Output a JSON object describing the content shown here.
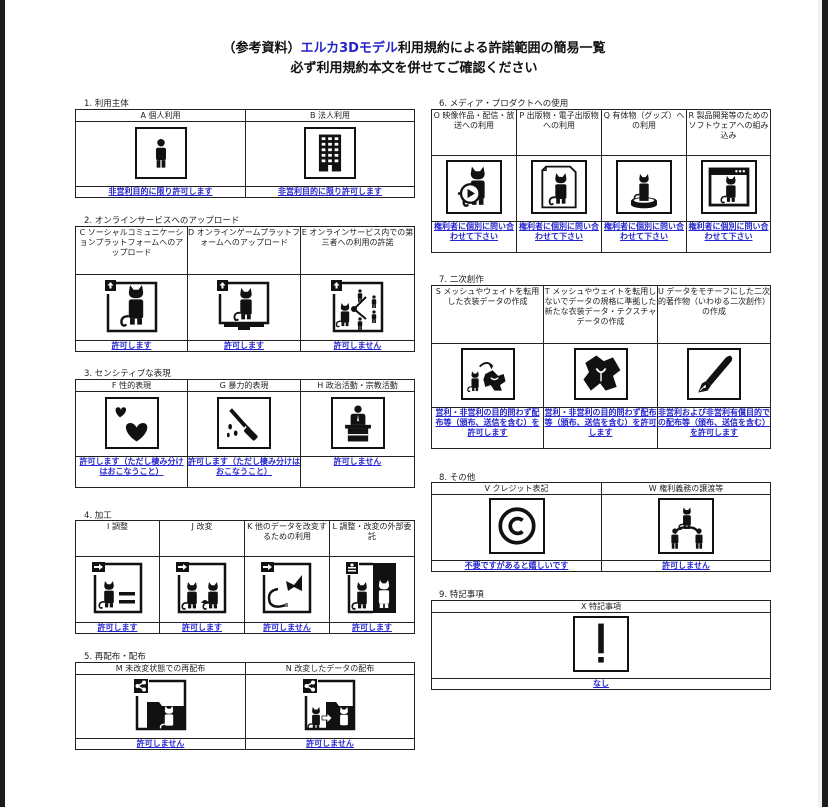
{
  "title": {
    "line1_prefix": "（参考資料）",
    "line1_accent": "エルカ3Dモデル",
    "line1_suffix": "利用規約による許諾範囲の簡易一覧",
    "line2": "必ず利用規約本文を併せてご確認ください"
  },
  "colors": {
    "accent": "#2525c8",
    "permission_text": "#2727d0",
    "border": "#222222"
  },
  "sections": {
    "s1": {
      "label": "1. 利用主体",
      "items": [
        {
          "head": "A 個人利用",
          "icon": "person-icon",
          "permission": "非営利目的に限り許可します"
        },
        {
          "head": "B 法人利用",
          "icon": "office-building-icon",
          "permission": "非営利目的に限り許可します"
        }
      ]
    },
    "s2": {
      "label": "2. オンラインサービスへのアップロード",
      "items": [
        {
          "head": "C ソーシャルコミュニケーションプラットフォームへのアップロード",
          "icon": "upload-sns-icon",
          "permission": "許可します"
        },
        {
          "head": "D オンラインゲームプラットフォームへのアップロード",
          "icon": "upload-game-icon",
          "permission": "許可します"
        },
        {
          "head": "E オンラインサービス内での第三者への利用の許諾",
          "icon": "share-third-party-icon",
          "permission": "許可しません"
        }
      ]
    },
    "s3": {
      "label": "3. センシティブな表現",
      "items": [
        {
          "head": "F 性的表現",
          "icon": "hearts-icon",
          "permission": "許可します（ただし棲み分けはおこなうこと）"
        },
        {
          "head": "G 暴力的表現",
          "icon": "knife-icon",
          "permission": "許可します（ただし棲み分けはおこなうこと）"
        },
        {
          "head": "H 政治活動・宗教活動",
          "icon": "podium-speaker-icon",
          "permission": "許可しません"
        }
      ]
    },
    "s4": {
      "label": "4. 加工",
      "items": [
        {
          "head": "I 調整",
          "icon": "adjust-equal-icon",
          "permission": "許可します"
        },
        {
          "head": "J 改変",
          "icon": "modify-icon",
          "permission": "許可します"
        },
        {
          "head": "K 他のデータを改変するための利用",
          "icon": "parts-reuse-icon",
          "permission": "許可しません"
        },
        {
          "head": "L 調整・改変の外部委託",
          "icon": "outsource-icon",
          "permission": "許可します"
        }
      ]
    },
    "s5": {
      "label": "5. 再配布・配布",
      "items": [
        {
          "head": "M 未改変状態での再配布",
          "icon": "redistribute-icon",
          "permission": "許可しません"
        },
        {
          "head": "N 改変したデータの配布",
          "icon": "distribute-modified-icon",
          "permission": "許可しません"
        }
      ]
    },
    "s6": {
      "label": "6. メディア・プロダクトへの使用",
      "items": [
        {
          "head": "O 映像作品・配信・放送への利用",
          "icon": "video-play-icon",
          "permission": "権利者に個別に問い合わせて下さい"
        },
        {
          "head": "P 出版物・電子出版物への利用",
          "icon": "publication-icon",
          "permission": "権利者に個別に問い合わせて下さい"
        },
        {
          "head": "Q 有体物（グッズ）への利用",
          "icon": "figure-goods-icon",
          "permission": "権利者に個別に問い合わせて下さい"
        },
        {
          "head": "R 製品開発等のためのソフトウェアへの組み込み",
          "icon": "software-window-icon",
          "permission": "権利者に個別に問い合わせて下さい"
        }
      ]
    },
    "s7": {
      "label": "7. 二次創作",
      "items": [
        {
          "head": "S メッシュやウェイトを転用した衣装データの作成",
          "icon": "costume-transfer-icon",
          "permission": "営利・非営利の目的問わず配布等（頒布、送信を含む）を許可します"
        },
        {
          "head": "T メッシュやウェイトを転用しないでデータの規格に準拠した新たな衣装データ・テクスチャデータの作成",
          "icon": "costume-icon",
          "permission": "営利・非営利の目的問わず配布等（頒布、送信を含む）を許可します"
        },
        {
          "head": "U データをモチーフにした二次的著作物（いわゆる二次創作）の作成",
          "icon": "pen-nib-icon",
          "permission": "非営利および非営利有償目的での配布等（頒布、送信を含む）を許可します"
        }
      ]
    },
    "s8": {
      "label": "8. その他",
      "items": [
        {
          "head": "V クレジット表記",
          "icon": "copyright-icon",
          "permission": "不要ですがあると嬉しいです"
        },
        {
          "head": "W 権利義務の譲渡等",
          "icon": "transfer-rights-icon",
          "permission": "許可しません"
        }
      ]
    },
    "s9": {
      "label": "9. 特記事項",
      "items": [
        {
          "head": "X 特記事項",
          "icon": "exclamation-icon",
          "permission": "なし"
        }
      ]
    }
  }
}
